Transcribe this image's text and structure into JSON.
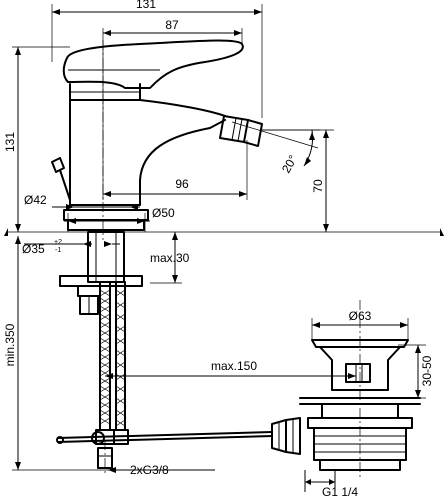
{
  "dimensions": {
    "total_width": "131",
    "handle_reach": "87",
    "total_height": "131",
    "spout_reach": "96",
    "spout_height": "70",
    "spout_angle": "20°",
    "base_diameter": "Ø42",
    "flange_diameter": "Ø50",
    "hole_diameter": "Ø35",
    "hole_tolerance_upper": "+2",
    "hole_tolerance_lower": "-1",
    "max_deck_thickness": "max.30",
    "min_hose_length": "min.350",
    "max_offset": "max.150",
    "connection_thread": "2xG3/8",
    "drain_diameter": "Ø63",
    "drain_height_range": "30-50",
    "drain_thread": "G1 1/4"
  }
}
